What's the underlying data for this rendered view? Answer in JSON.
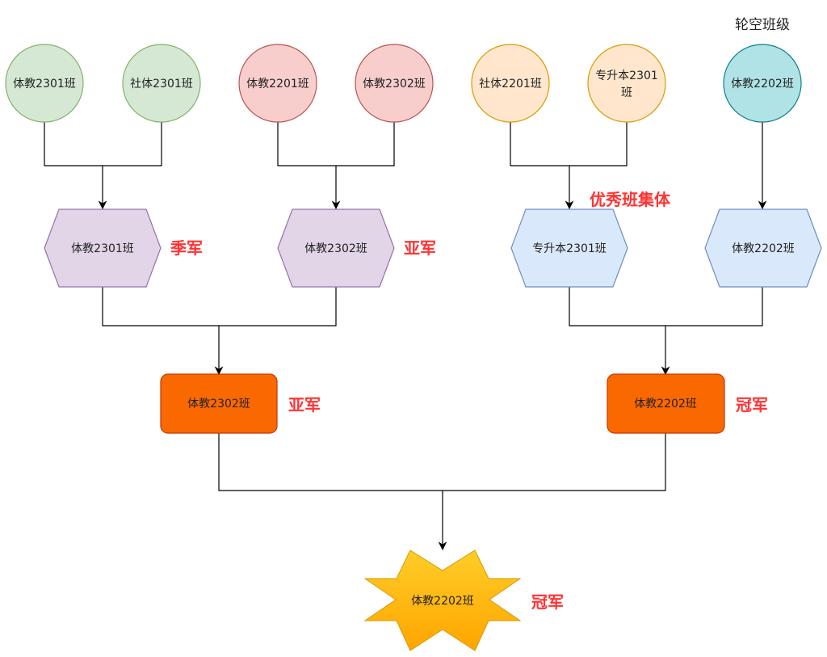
{
  "diagram": {
    "title_note": "轮空班级",
    "round1": [
      {
        "label": "体教2301班",
        "group": "green"
      },
      {
        "label": "社体2301班",
        "group": "green"
      },
      {
        "label": "体教2201班",
        "group": "red"
      },
      {
        "label": "体教2302班",
        "group": "red"
      },
      {
        "label": "社体2201班",
        "group": "orange"
      },
      {
        "label": "专升本2301",
        "label2": "班",
        "group": "orange"
      },
      {
        "label": "体教2202班",
        "group": "teal"
      }
    ],
    "round2": [
      {
        "label": "体教2301班",
        "award": "季军"
      },
      {
        "label": "体教2302班",
        "award": "亚军"
      },
      {
        "label": "专升本2301班",
        "award": "优秀班集体"
      },
      {
        "label": "体教2202班",
        "award": ""
      }
    ],
    "round3": [
      {
        "label": "体教2302班",
        "award": "亚军"
      },
      {
        "label": "体教2202班",
        "award": "冠军"
      }
    ],
    "final": {
      "label": "体教2202班",
      "award": "冠军"
    },
    "colors": {
      "green_fill": "#d5e8d4",
      "green_stroke": "#82b366",
      "red_fill": "#f8cecc",
      "red_stroke": "#b85450",
      "orange_fill": "#ffe6cc",
      "orange_stroke": "#d79b00",
      "teal_fill": "#b0e3e6",
      "teal_stroke": "#0e8088",
      "purple_fill": "#e1d5e7",
      "purple_stroke": "#9673a6",
      "blue_fill": "#dae8fc",
      "blue_stroke": "#6c8ebf",
      "box_fill": "#fa6800",
      "box_stroke": "#c73500",
      "star_fill_top": "#ffcd28",
      "star_fill_bottom": "#ffa500",
      "star_stroke": "#d79b00",
      "award_text": "#ff3333"
    }
  }
}
